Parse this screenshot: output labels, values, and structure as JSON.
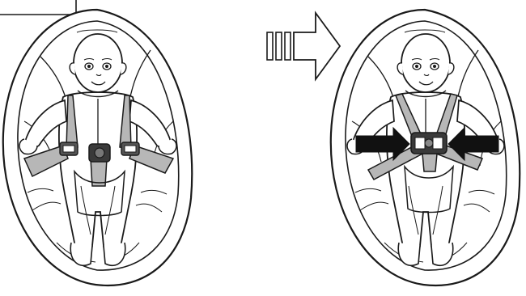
{
  "figure": {
    "panels": [
      {
        "id": "before",
        "state": "harness-unbuckled",
        "inset_box": "top-left-corner"
      },
      {
        "id": "after",
        "state": "harness-buckled"
      }
    ],
    "transition_arrow": {
      "icon": "striped-right-arrow"
    },
    "action_arrows": {
      "icon": "solid-black-arrow",
      "directions": [
        "right",
        "left"
      ]
    },
    "colors": {
      "ink": "#1a1a1a",
      "strap": "#b7b7b7",
      "shell": "#ffffff",
      "arrow_fill": "#111111"
    }
  }
}
